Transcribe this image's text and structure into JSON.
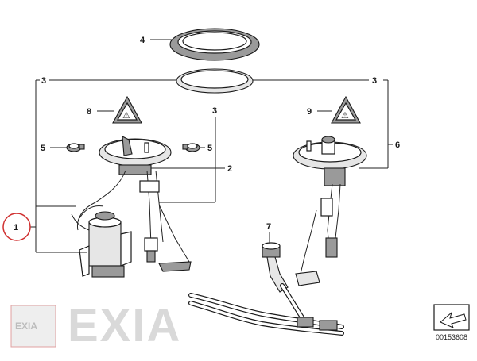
{
  "diagram": {
    "callouts": {
      "c4": "4",
      "c3_left": "3",
      "c3_right": "3",
      "c3_mid": "3",
      "c8": "8",
      "c9": "9",
      "c5_left": "5",
      "c5_right": "5",
      "c2": "2",
      "c6": "6",
      "c1": "1",
      "c7": "7"
    },
    "warning_symbol_text": "⚠",
    "diagram_code": "00153608",
    "highlight_color": "#d03030"
  },
  "watermark": {
    "logo_text": "EXIA",
    "large_text": "EXIA"
  }
}
